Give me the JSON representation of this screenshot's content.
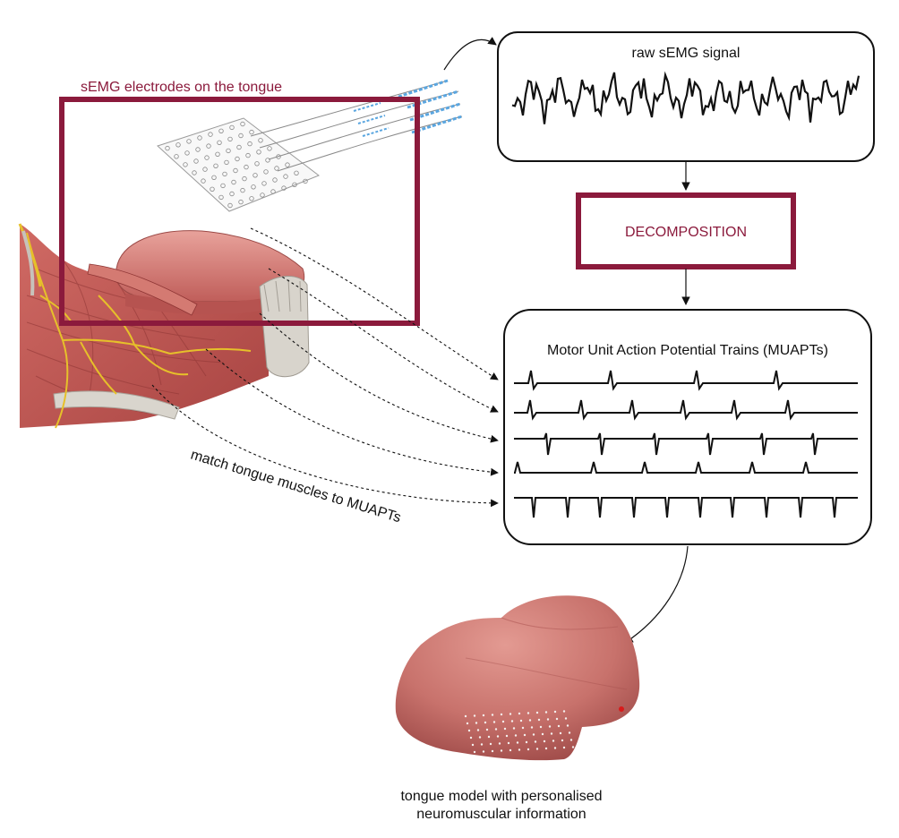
{
  "electrodes": {
    "label": "sEMG electrodes on the tongue"
  },
  "raw_signal_box": {
    "title": "raw sEMG signal"
  },
  "decomposition_box": {
    "label": "DECOMPOSITION"
  },
  "muapt_box": {
    "title": "Motor Unit Action Potential Trains (MUAPTs)"
  },
  "match_label": "match tongue muscles to MUAPTs",
  "model_caption": {
    "line1": "tongue model with personalised",
    "line2": "neuromuscular information"
  },
  "colors": {
    "accent": "#8b1a3c",
    "muscle": "#c9605f",
    "muscle_light": "#e8908a",
    "nerve": "#e6c02a",
    "bone": "#d8d4cc",
    "electrode_blue": "#5aa6e0"
  }
}
